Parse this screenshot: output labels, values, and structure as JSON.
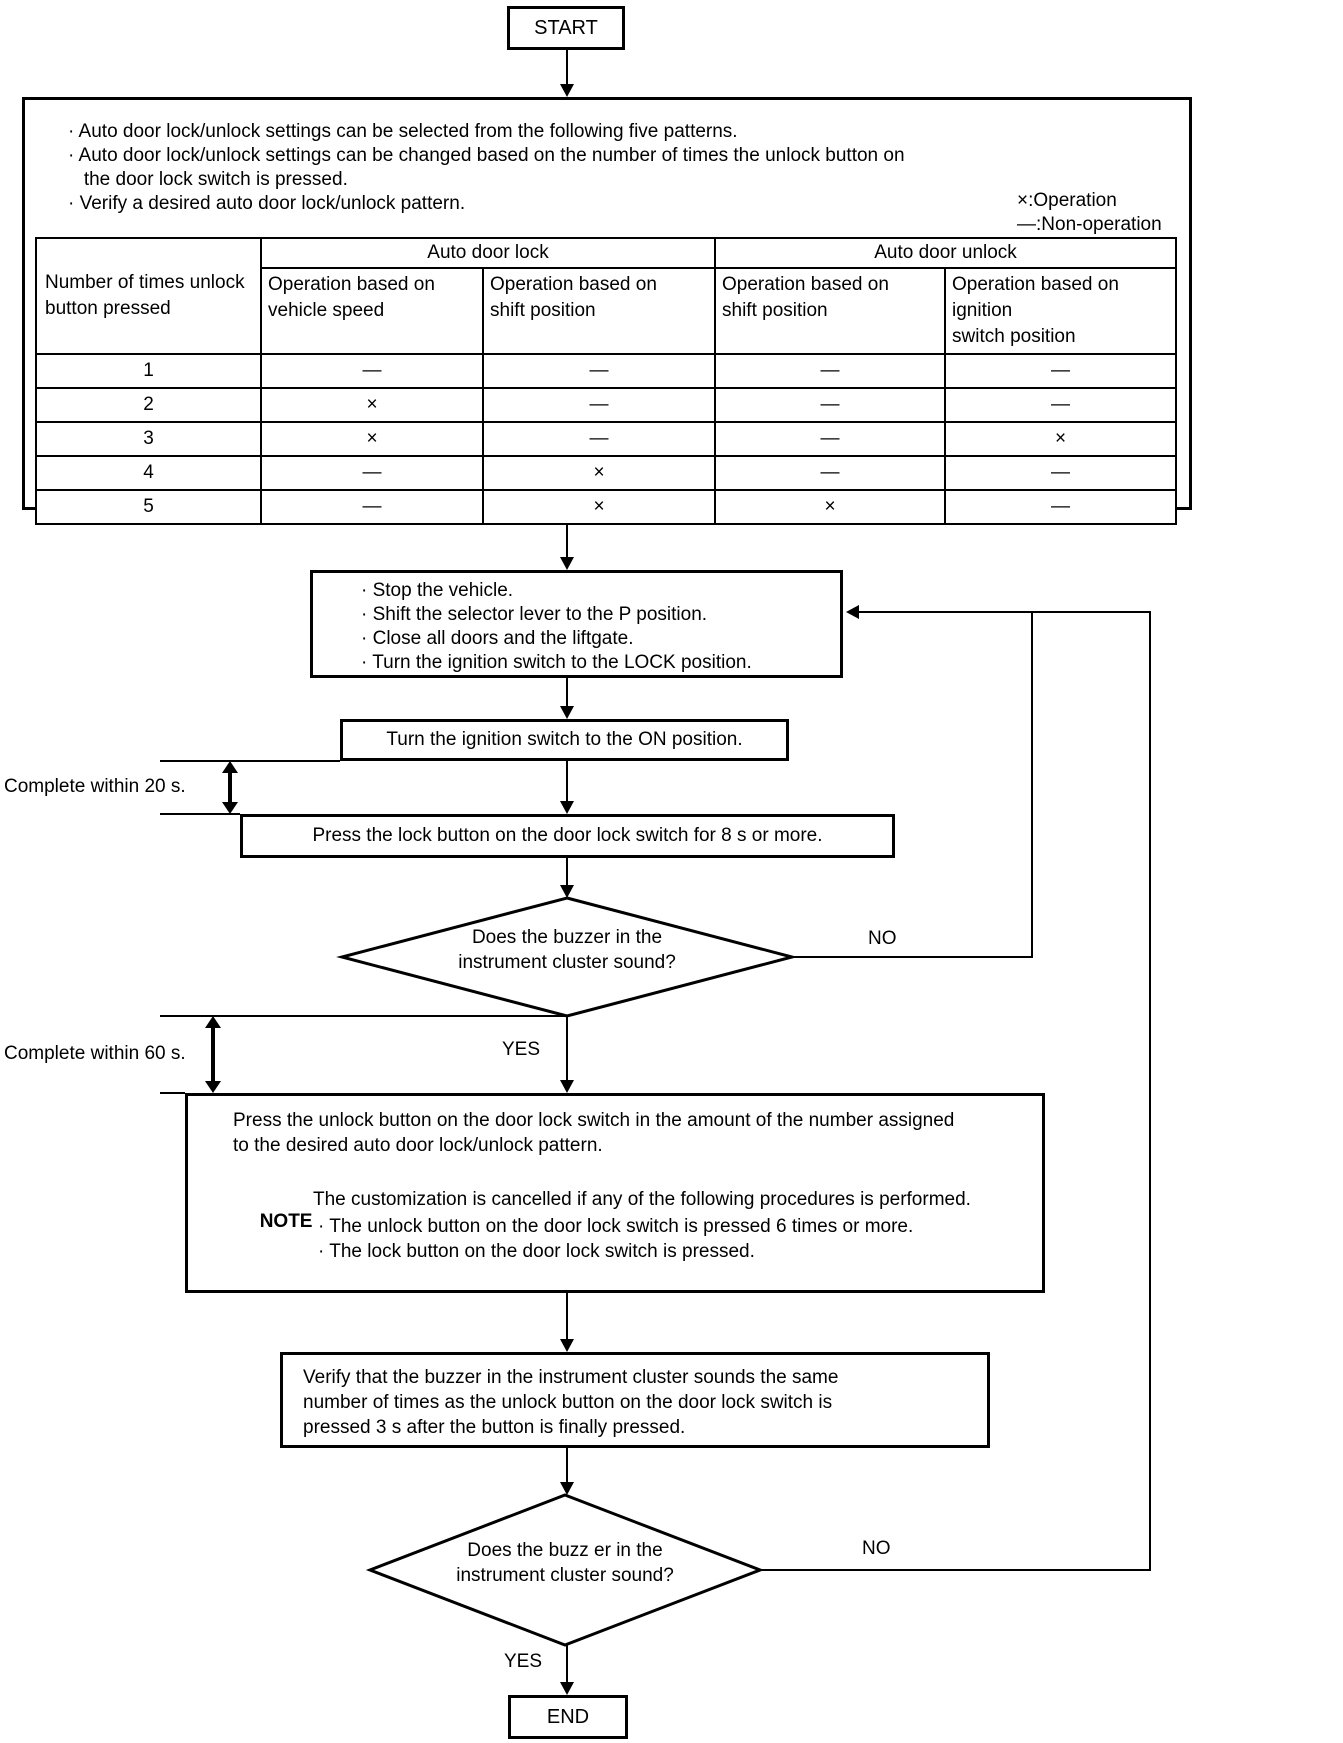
{
  "start_label": "START",
  "intro": {
    "lines": [
      "· Auto door lock/unlock settings can be selected from the following five patterns.",
      "· Auto door lock/unlock settings can be changed based on the number of times the unlock button on",
      "   the door lock switch is pressed.",
      "· Verify a desired auto door lock/unlock pattern."
    ],
    "legend": [
      "×:Operation",
      "—:Non-operation"
    ]
  },
  "table": {
    "col0_header": "Number of times unlock\nbutton pressed",
    "group_headers": [
      "Auto door lock",
      "Auto door unlock"
    ],
    "sub_headers": [
      "Operation based on\nvehicle speed",
      "Operation based on\nshift position",
      "Operation based on\nshift position",
      "Operation based on ignition\nswitch position"
    ],
    "rows": [
      {
        "times": "1",
        "marks": [
          "—",
          "—",
          "—",
          "—"
        ]
      },
      {
        "times": "2",
        "marks": [
          "×",
          "—",
          "—",
          "—"
        ]
      },
      {
        "times": "3",
        "marks": [
          "×",
          "—",
          "—",
          "×"
        ]
      },
      {
        "times": "4",
        "marks": [
          "—",
          "×",
          "—",
          "—"
        ]
      },
      {
        "times": "5",
        "marks": [
          "—",
          "×",
          "×",
          "—"
        ]
      }
    ]
  },
  "prepare": {
    "lines": [
      "· Stop the vehicle.",
      "· Shift the selector lever to the P position.",
      "· Close all doors and the liftgate.",
      "· Turn the ignition switch to the LOCK position."
    ]
  },
  "ignition_on": "Turn the ignition switch to the ON position.",
  "complete_20s": "Complete within 20 s.",
  "press_lock": "Press the lock button on the door lock switch for 8 s or more.",
  "decision1": {
    "line1": "Does the buzzer in the",
    "line2": "instrument cluster sound?",
    "no": "NO",
    "yes": "YES"
  },
  "complete_60s": "Complete within 60 s.",
  "press_unlock": {
    "lines": [
      "Press the unlock button on the door lock switch in the amount of the number assigned",
      "to the desired auto door lock/unlock pattern."
    ],
    "note_label": "NOTE",
    "note_text": "The customization is cancelled if any of the following procedures is performed.",
    "note_bullets": [
      "· The unlock button on the door lock switch is pressed 6 times or more.",
      "· The lock button on the door lock switch is pressed."
    ]
  },
  "verify": {
    "lines": [
      "Verify that the buzzer in the instrument cluster sounds the same",
      "number of times as the unlock button on the door lock switch is",
      "pressed 3 s after the button is finally pressed."
    ]
  },
  "decision2": {
    "line1": "Does the buzz er in the",
    "line2": "instrument cluster sound?",
    "no": "NO",
    "yes": "YES"
  },
  "end_label": "END"
}
